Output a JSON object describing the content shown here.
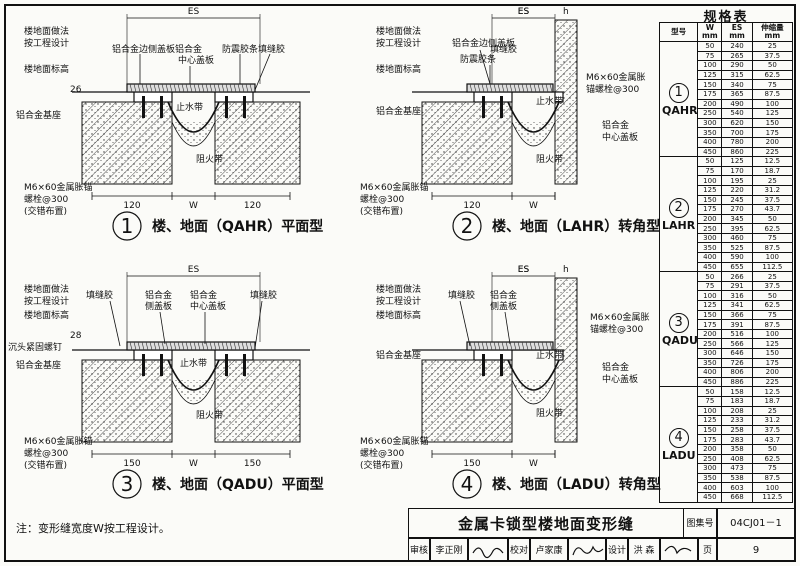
{
  "diagrams": [
    {
      "index": "1",
      "title": "楼、地面（QAHR）平面型",
      "labels": [
        "ES",
        "楼地面做法",
        "按工程设计",
        "铝合金边侧盖板",
        "铝合金",
        "中心盖板",
        "防震胶条",
        "填缝胶",
        "楼地面标高",
        "26",
        "止水带",
        "铝合金基座",
        "阻火带",
        "M6×60金属胀锚",
        "螺栓@300",
        "(交错布置)",
        "120",
        "W",
        "120"
      ]
    },
    {
      "index": "2",
      "title": "楼、地面（LAHR）转角型",
      "labels": [
        "ES",
        "h",
        "楼地面做法",
        "按工程设计",
        "铝合金边侧盖板",
        "防震胶条",
        "楼地面标高",
        "填缝胶",
        "铝合金基座",
        "止水带",
        "M6×60金属胀",
        "锚螺栓@300",
        "铝合金",
        "中心盖板",
        "阻火带",
        "M6×60金属胀锚",
        "螺栓@300",
        "(交错布置)",
        "120",
        "W"
      ]
    },
    {
      "index": "3",
      "title": "楼、地面（QADU）平面型",
      "labels": [
        "ES",
        "楼地面做法",
        "按工程设计",
        "填缝胶",
        "铝合金",
        "侧盖板",
        "铝合金",
        "中心盖板",
        "填缝胶",
        "楼地面标高",
        "28",
        "沉头紧固螺钉",
        "铝合金基座",
        "止水带",
        "阻火带",
        "M6×60金属胀锚",
        "螺栓@300",
        "(交错布置)",
        "150",
        "W",
        "150"
      ]
    },
    {
      "index": "4",
      "title": "楼、地面（LADU）转角型",
      "labels": [
        "ES",
        "h",
        "楼地面做法",
        "按工程设计",
        "填缝胶",
        "铝合金",
        "侧盖板",
        "楼地面标高",
        "M6×60金属胀",
        "锚螺栓@300",
        "铝合金基座",
        "止水带",
        "铝合金",
        "中心盖板",
        "阻火带",
        "M6×60金属胀锚",
        "螺栓@300",
        "(交错布置)",
        "150",
        "W"
      ]
    }
  ],
  "spec_table": {
    "title": "规格表",
    "headers": [
      "型号",
      "W\nmm",
      "ES\nmm",
      "伸缩量\nmm"
    ],
    "groups": [
      {
        "circle": "1",
        "type": "QAHR",
        "rows": [
          [
            "50",
            "240",
            "25"
          ],
          [
            "75",
            "265",
            "37.5"
          ],
          [
            "100",
            "290",
            "50"
          ],
          [
            "125",
            "315",
            "62.5"
          ],
          [
            "150",
            "340",
            "75"
          ],
          [
            "175",
            "365",
            "87.5"
          ],
          [
            "200",
            "490",
            "100"
          ],
          [
            "250",
            "540",
            "125"
          ],
          [
            "300",
            "620",
            "150"
          ],
          [
            "350",
            "700",
            "175"
          ],
          [
            "400",
            "780",
            "200"
          ],
          [
            "450",
            "860",
            "225"
          ]
        ]
      },
      {
        "circle": "2",
        "type": "LAHR",
        "rows": [
          [
            "50",
            "125",
            "12.5"
          ],
          [
            "75",
            "170",
            "18.7"
          ],
          [
            "100",
            "195",
            "25"
          ],
          [
            "125",
            "220",
            "31.2"
          ],
          [
            "150",
            "245",
            "37.5"
          ],
          [
            "175",
            "270",
            "43.7"
          ],
          [
            "200",
            "345",
            "50"
          ],
          [
            "250",
            "395",
            "62.5"
          ],
          [
            "300",
            "460",
            "75"
          ],
          [
            "350",
            "525",
            "87.5"
          ],
          [
            "400",
            "590",
            "100"
          ],
          [
            "450",
            "655",
            "112.5"
          ]
        ]
      },
      {
        "circle": "3",
        "type": "QADU",
        "rows": [
          [
            "50",
            "266",
            "25"
          ],
          [
            "75",
            "291",
            "37.5"
          ],
          [
            "100",
            "316",
            "50"
          ],
          [
            "125",
            "341",
            "62.5"
          ],
          [
            "150",
            "366",
            "75"
          ],
          [
            "175",
            "391",
            "87.5"
          ],
          [
            "200",
            "516",
            "100"
          ],
          [
            "250",
            "566",
            "125"
          ],
          [
            "300",
            "646",
            "150"
          ],
          [
            "350",
            "726",
            "175"
          ],
          [
            "400",
            "806",
            "200"
          ],
          [
            "450",
            "886",
            "225"
          ]
        ]
      },
      {
        "circle": "4",
        "type": "LADU",
        "rows": [
          [
            "50",
            "158",
            "12.5"
          ],
          [
            "75",
            "183",
            "18.7"
          ],
          [
            "100",
            "208",
            "25"
          ],
          [
            "125",
            "233",
            "31.2"
          ],
          [
            "150",
            "258",
            "37.5"
          ],
          [
            "175",
            "283",
            "43.7"
          ],
          [
            "200",
            "358",
            "50"
          ],
          [
            "250",
            "408",
            "62.5"
          ],
          [
            "300",
            "473",
            "75"
          ],
          [
            "350",
            "538",
            "87.5"
          ],
          [
            "400",
            "603",
            "100"
          ],
          [
            "450",
            "668",
            "112.5"
          ]
        ]
      }
    ]
  },
  "note": "注：变形缝宽度W按工程设计。",
  "titleblock": {
    "title": "金属卡锁型楼地面变形缝",
    "atlas_label": "图集号",
    "atlas_no": "04CJ01－1",
    "page_label": "页",
    "page_no": "9",
    "review": "审核",
    "reviewer": "李正刚",
    "check": "校对",
    "checker": "卢家康",
    "design": "设计",
    "designer": "洪 森"
  }
}
